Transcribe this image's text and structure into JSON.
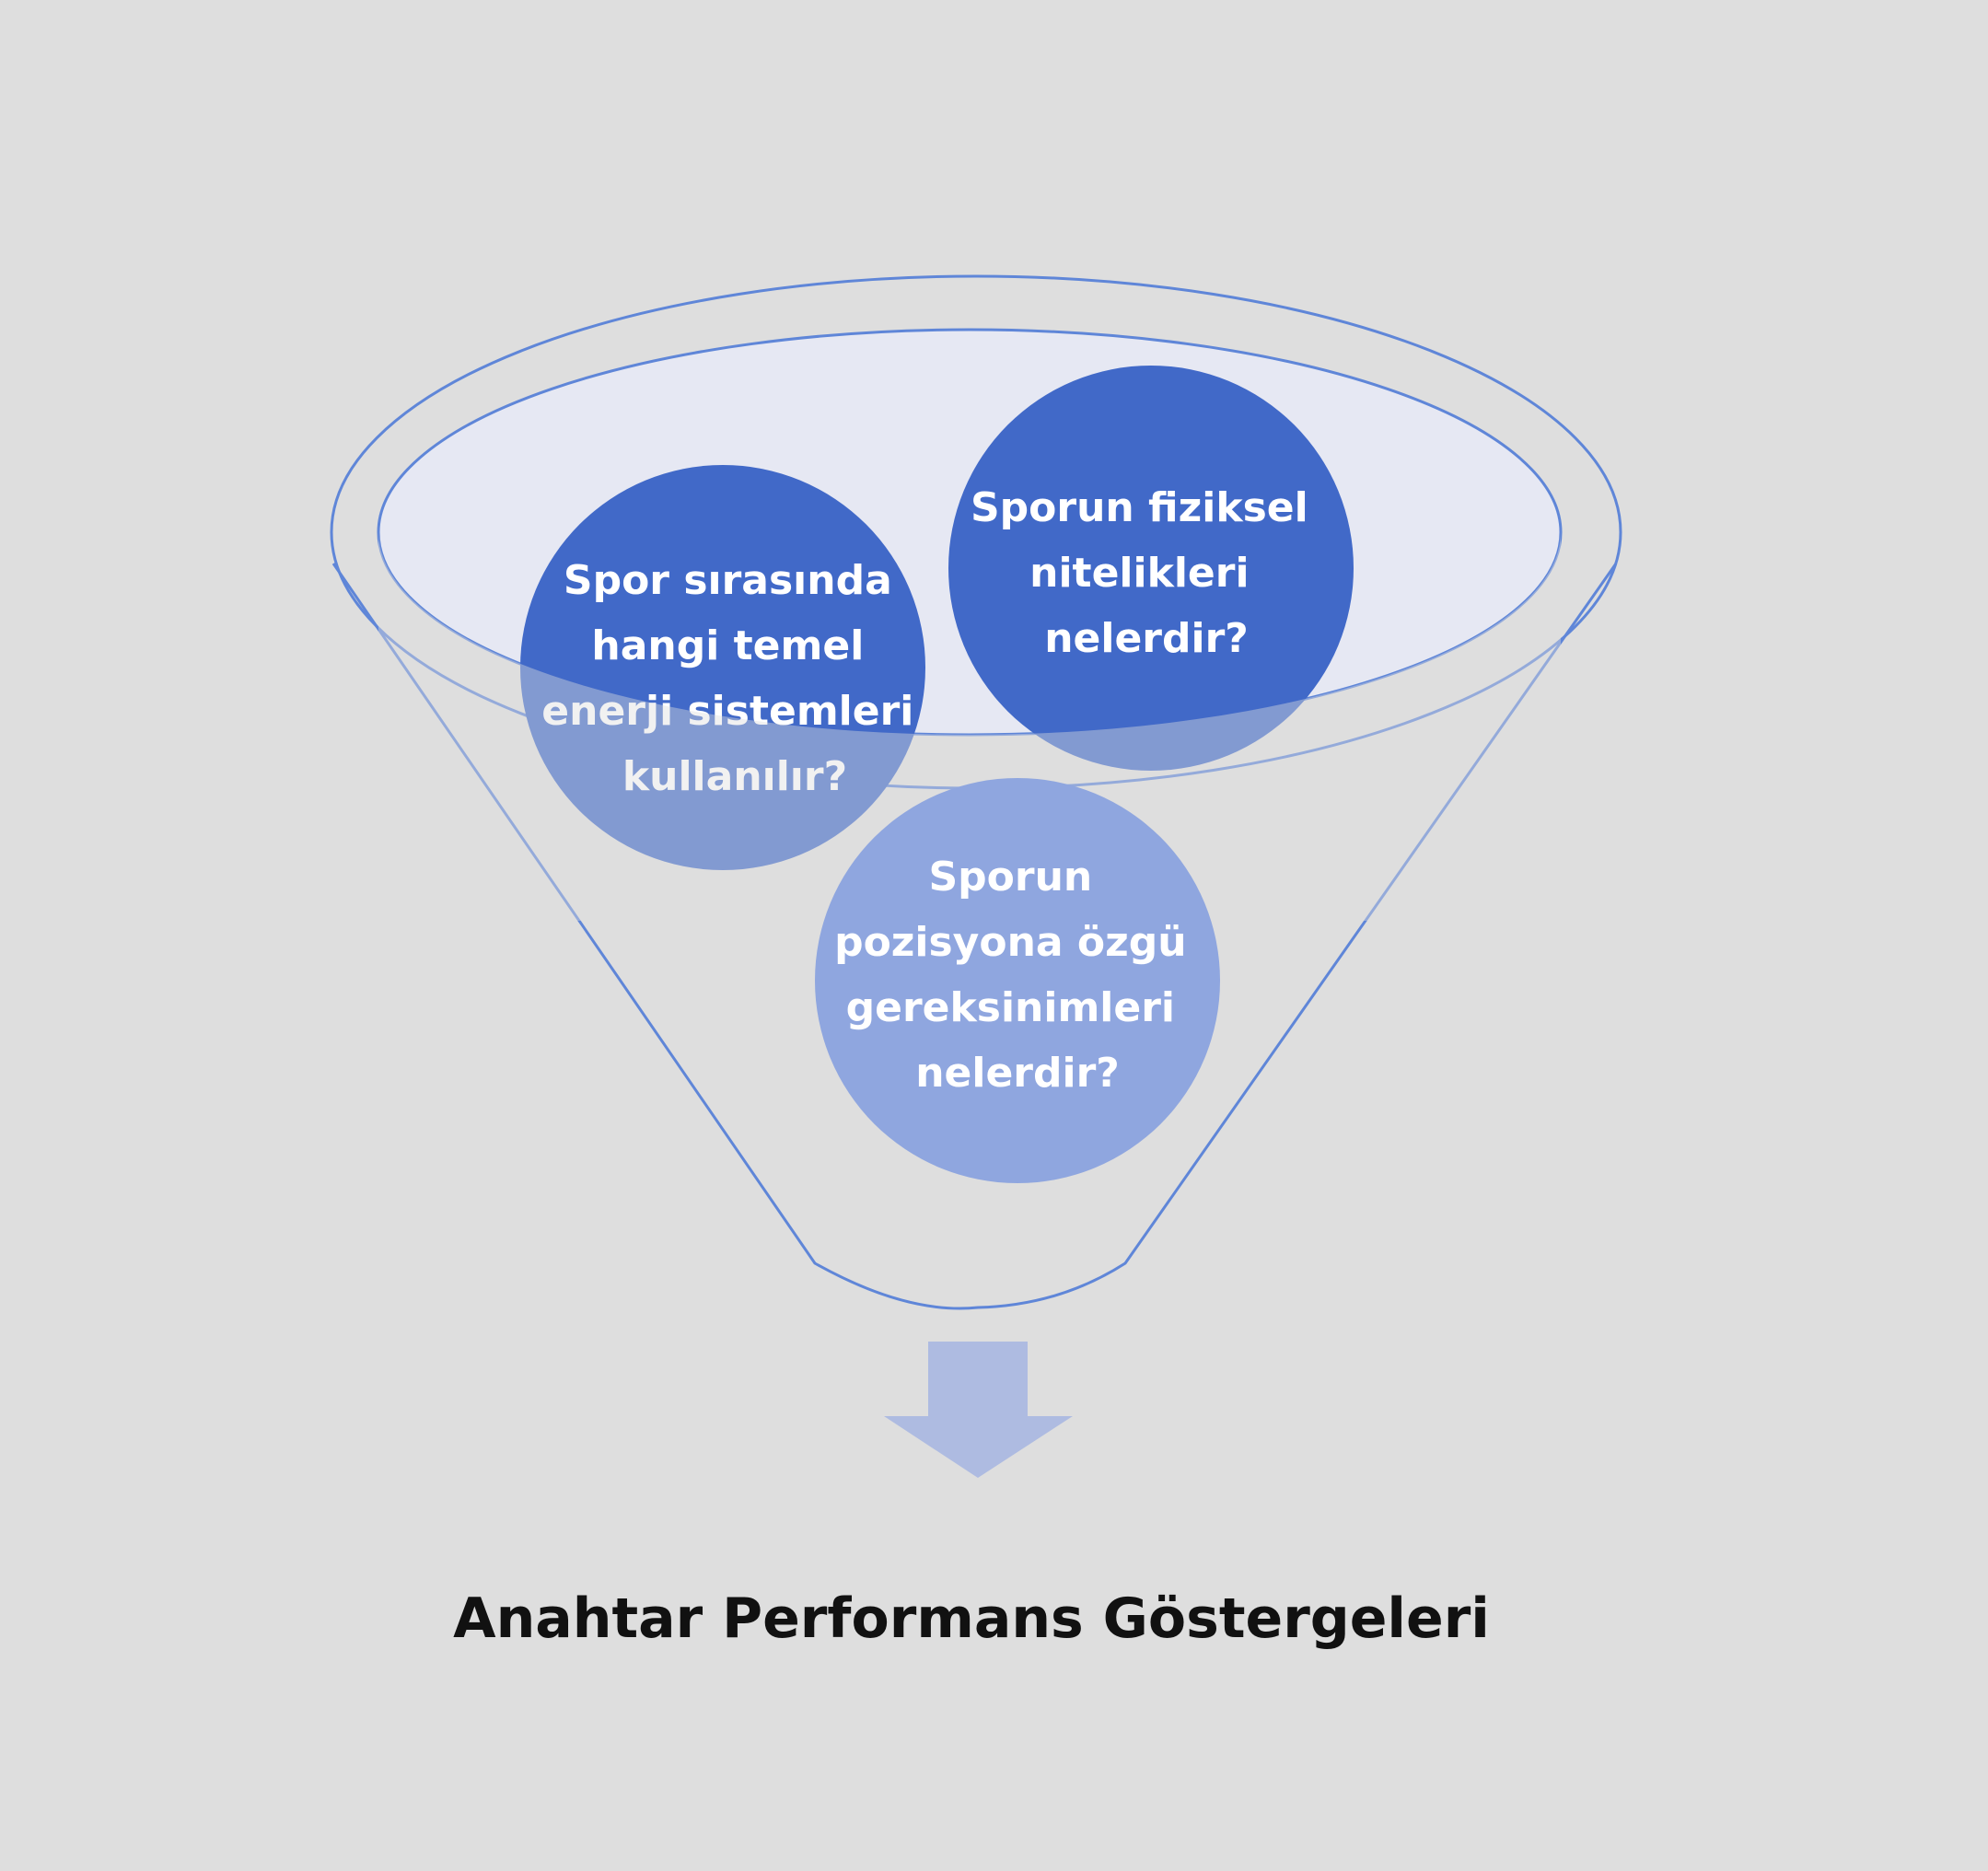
{
  "funnel": {
    "bubbles": [
      {
        "id": "energy-systems",
        "lines": [
          "Spor sırasında",
          "hangi temel",
          "enerji sistemleri",
          "kullanılır?"
        ],
        "color": "#4169c8"
      },
      {
        "id": "physical-attributes",
        "lines": [
          "Sporun fiziksel",
          "nitelikleri",
          "nelerdir?"
        ],
        "color": "#4169c8"
      },
      {
        "id": "position-requirements",
        "lines": [
          "Sporun",
          "pozisyona özgü",
          "gereksinimleri",
          "nelerdir?"
        ],
        "color": "#8fa6df"
      }
    ],
    "arrow_color": "#aebbe1",
    "outline_color": "#5f86d8",
    "rim_fill": "#e6e8f3"
  },
  "result": {
    "label": "Anahtar Performans Göstergeleri"
  }
}
